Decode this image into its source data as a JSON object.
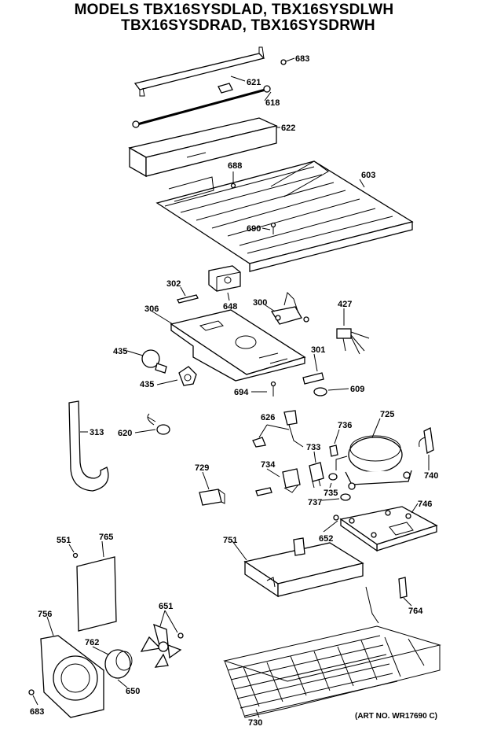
{
  "title": {
    "line1": "MODELS TBX16SYSDLAD, TBX16SYSDLWH",
    "line2": "TBX16SYSDRAD, TBX16SYSDRWH"
  },
  "parts": {
    "p683a": "683",
    "p621": "621",
    "p618": "618",
    "p622": "622",
    "p688": "688",
    "p603": "603",
    "p690": "690",
    "p302": "302",
    "p648": "648",
    "p300": "300",
    "p427": "427",
    "p306": "306",
    "p435a": "435",
    "p435b": "435",
    "p301": "301",
    "p694": "694",
    "p609": "609",
    "p313": "313",
    "p620": "620",
    "p626": "626",
    "p736": "736",
    "p725": "725",
    "p733": "733",
    "p729": "729",
    "p734": "734",
    "p740": "740",
    "p735": "735",
    "p737": "737",
    "p746": "746",
    "p551": "551",
    "p765": "765",
    "p751": "751",
    "p652": "652",
    "p756": "756",
    "p651": "651",
    "p762": "762",
    "p764": "764",
    "p650": "650",
    "p683b": "683",
    "p730": "730"
  },
  "art_no": "(ART NO. WR17690 C)"
}
